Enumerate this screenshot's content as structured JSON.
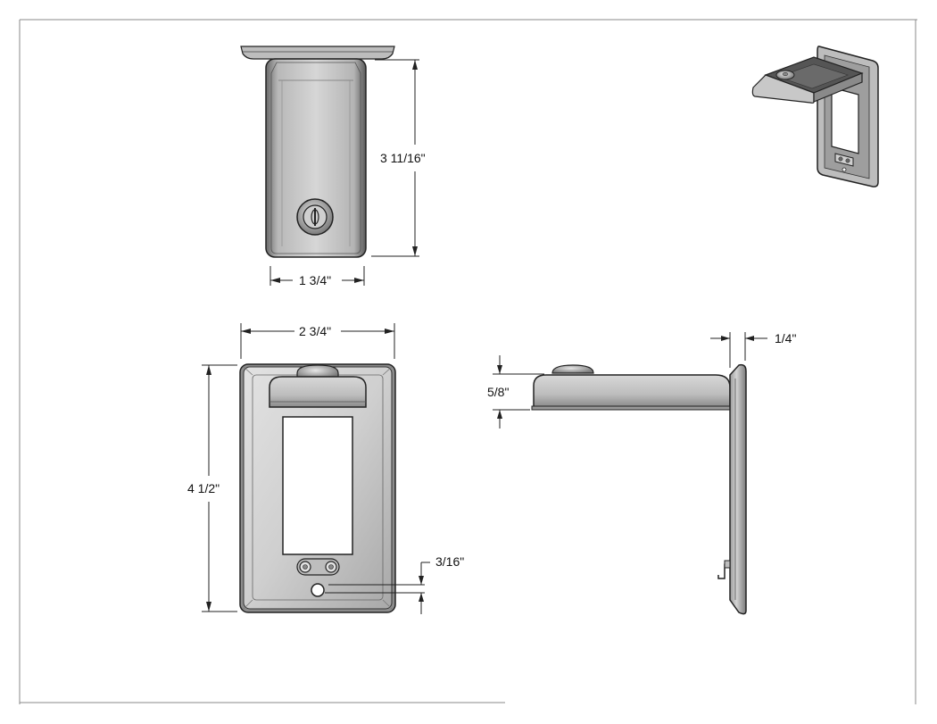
{
  "dimensions": {
    "top_view_height": "3 11/16\"",
    "top_view_width": "1 3/4\"",
    "front_width": "2 3/4\"",
    "front_height": "4 1/2\"",
    "screw_offset": "3/16\"",
    "side_depth": "5/8\"",
    "plate_thickness": "1/4\""
  }
}
